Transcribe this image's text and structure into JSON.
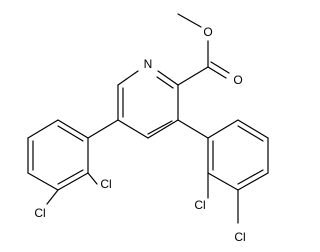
{
  "molecule": {
    "atoms": {
      "pyridine_n": "N",
      "ester_carbonyl_o": "O",
      "ester_ether_o": "O",
      "cl_a": "Cl",
      "cl_b": "Cl",
      "cl_c": "Cl",
      "cl_d": "Cl"
    },
    "colors": {
      "bond": "#000000",
      "label": "#000000",
      "background": "#ffffff"
    }
  }
}
